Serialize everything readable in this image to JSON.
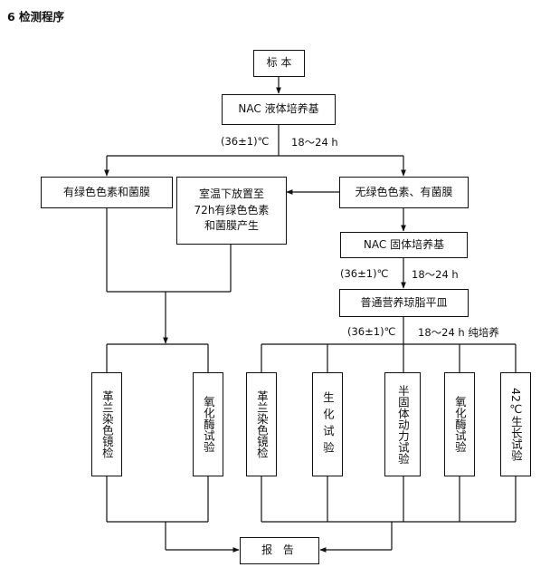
{
  "section_title": "6 检测程序",
  "boxes": {
    "specimen": "标 本",
    "nac_broth": "NAC 液体培养基",
    "green_pellicle": "有绿色色素和菌膜",
    "room_temp": "室温下放置至\n72h有绿色色素\n和菌膜产生",
    "no_green": "无绿色色素、有菌膜",
    "nac_solid": "NAC 固体培养基",
    "nutrient_agar": "普通营养琼脂平皿",
    "report": "报 告"
  },
  "tests_left": [
    "革兰染色镜检",
    "氧化酶试验"
  ],
  "tests_right": [
    "革兰染色镜检",
    "生化试验",
    "半固体动力试验",
    "氧化酶试验",
    "42℃生长试验"
  ],
  "conditions": {
    "c1_temp": "(36±1)℃",
    "c1_time": "18～24 h",
    "c2_temp": "(36±1)℃",
    "c2_time": "18～24 h",
    "c3_temp": "(36±1)℃",
    "c3_time": "18～24 h 纯培养"
  }
}
